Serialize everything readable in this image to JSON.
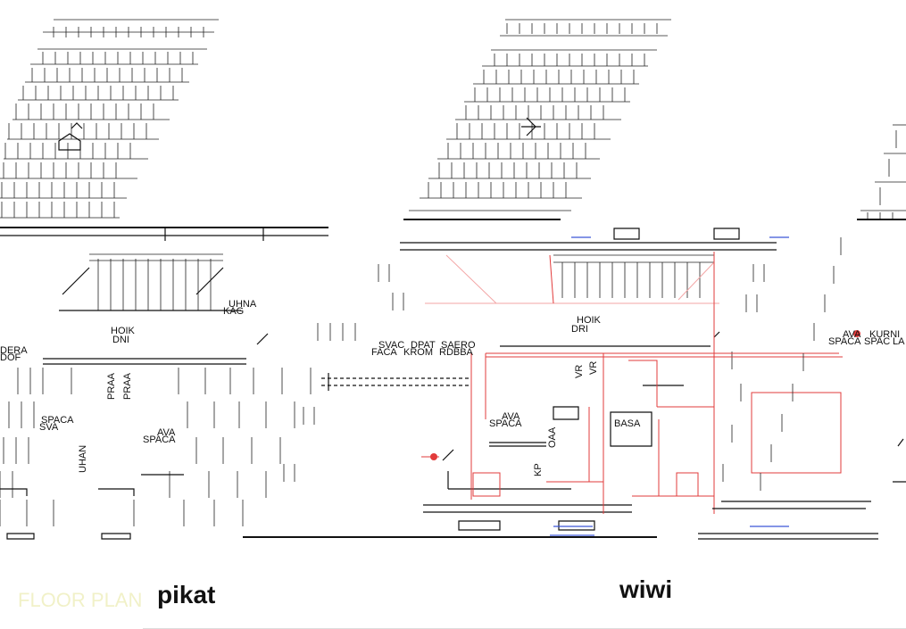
{
  "colors": {
    "ink": "#111111",
    "markup_red": "#e23b3b",
    "markup_blue": "#3c56d6"
  },
  "plans": [
    {
      "id": "left-plan",
      "title": "pikat",
      "labels": [
        "UHNA",
        "KAG",
        "HOIK",
        "DNI",
        "DERA",
        "DOF",
        "PRAA",
        "PRAA",
        "SPACA",
        "SVA",
        "AVA",
        "SPACA",
        "UHAN"
      ]
    },
    {
      "id": "center-plan",
      "title": "wiwi",
      "labels": [
        "SVAC",
        "DPAT",
        "SAERO",
        "FACA",
        "KROM",
        "RDBBA",
        "HOIK",
        "DRI",
        "VR",
        "VR",
        "AVA",
        "SPACA",
        "BASA",
        "OAA",
        "KP"
      ]
    },
    {
      "id": "right-plan",
      "labels": [
        "AVA",
        "KURNI",
        "SPACA",
        "SPAC",
        "LA"
      ]
    }
  ],
  "watermark": "FLOOR PLAN"
}
